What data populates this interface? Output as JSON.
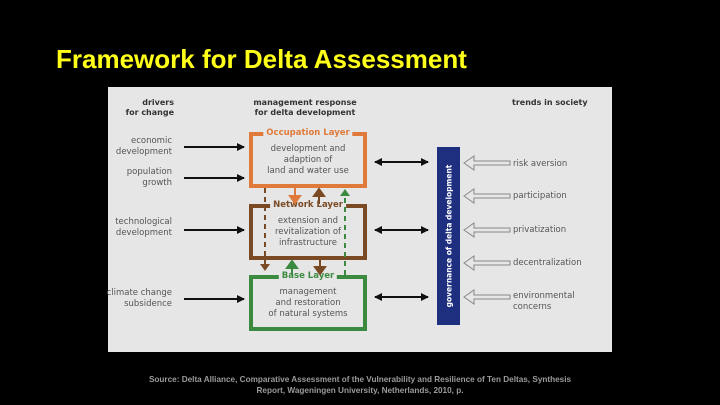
{
  "slide": {
    "title": "Framework for Delta Assessment",
    "source_line1": "Source: Delta Alliance, Comparative Assessment of the Vulnerability and Resilience of Ten Deltas, Synthesis",
    "source_line2": "Report,  Wageningen University, Netherlands, 2010, p."
  },
  "diagram": {
    "headers": {
      "drivers": [
        "drivers",
        "for change"
      ],
      "management": [
        "management response",
        "for delta development"
      ],
      "trends": "trends in society"
    },
    "drivers": [
      {
        "lines": [
          "economic",
          "development"
        ]
      },
      {
        "lines": [
          "population",
          "growth"
        ]
      },
      {
        "lines": [
          "technological",
          "development"
        ]
      },
      {
        "lines": [
          "climate change",
          "subsidence"
        ]
      }
    ],
    "layers": [
      {
        "name": "Occupation Layer",
        "lines": [
          "development and",
          "adaption of",
          "land and water use"
        ],
        "color": "#e07a3a"
      },
      {
        "name": "Network Layer",
        "lines": [
          "extension and",
          "revitalization of",
          "infrastructure"
        ],
        "color": "#7a4a25"
      },
      {
        "name": "Base Layer",
        "lines": [
          "management",
          "and restoration",
          "of natural systems"
        ],
        "color": "#3c8a40"
      }
    ],
    "governance": {
      "label": "governance of delta development",
      "color": "#1f2f80"
    },
    "trends": [
      {
        "lines": [
          "risk aversion"
        ]
      },
      {
        "lines": [
          "participation"
        ]
      },
      {
        "lines": [
          "privatization"
        ]
      },
      {
        "lines": [
          "decentralization"
        ]
      },
      {
        "lines": [
          "environmental",
          "concerns"
        ]
      }
    ]
  }
}
